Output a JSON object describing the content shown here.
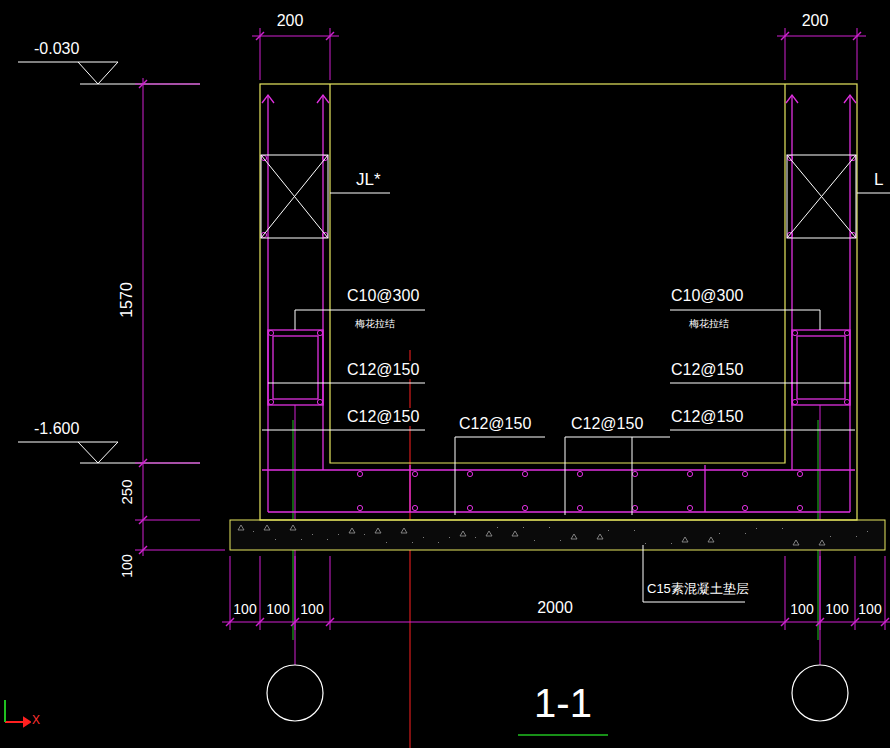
{
  "diagram": {
    "title": "1-1",
    "labels": [
      "200",
      "200",
      "-0.030",
      "JL*",
      "L",
      "C10@300",
      "梅花拉结",
      "C10@300",
      "梅花拉结",
      "1570",
      "C12@150",
      "C12@150",
      "C12@150",
      "C12@150",
      "C12@150",
      "C12@150",
      "-1.600",
      "250",
      "100",
      "C15素混凝土垫层",
      "100",
      "100",
      "100",
      "2000",
      "100",
      "100",
      "100",
      "X"
    ]
  }
}
